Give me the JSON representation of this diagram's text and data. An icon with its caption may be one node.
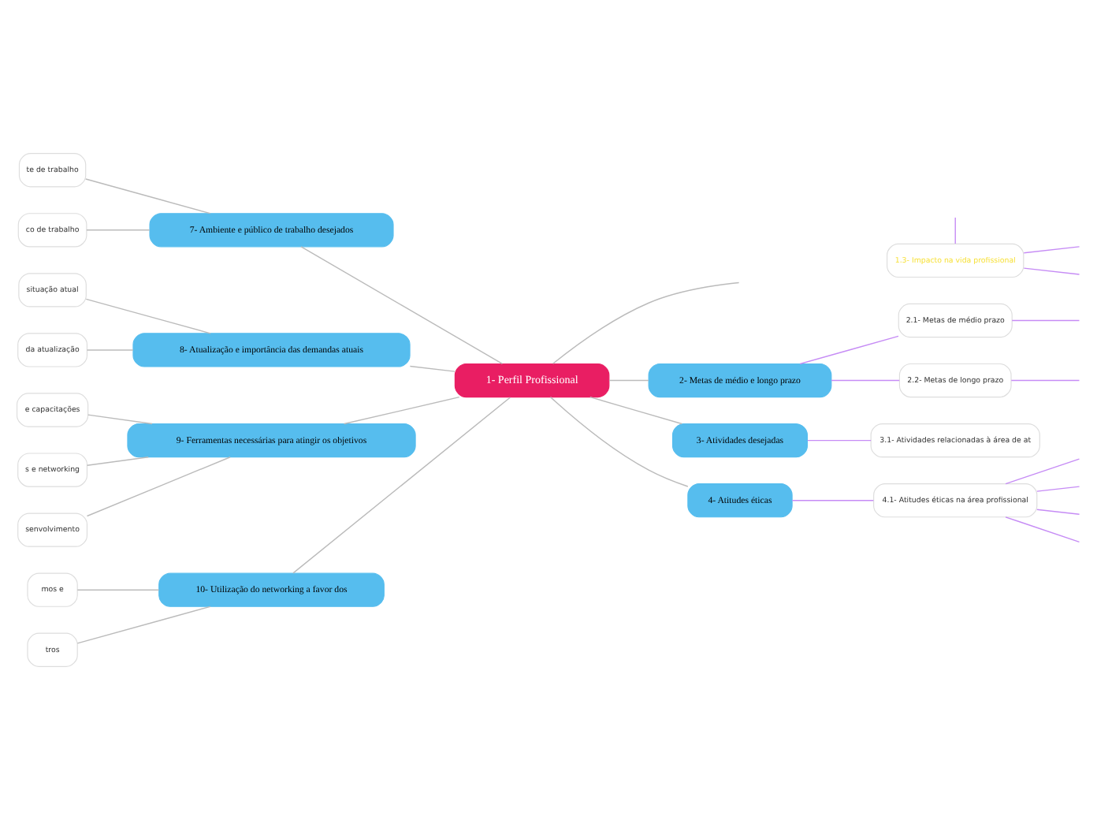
{
  "diagram": {
    "nodes": [
      {
        "text": [
          "1- Perfil Profissional"
        ]
      },
      {
        "text": [
          "1.3- Impacto na vida profissional"
        ]
      },
      {
        "text": [
          "2- Metas de médio e longo prazo"
        ]
      },
      {
        "text": [
          "2.1- Metas de médio prazo"
        ]
      },
      {
        "text": [
          "2.2- Metas de longo prazo"
        ]
      },
      {
        "text": [
          "3- Atividades desejadas"
        ]
      },
      {
        "text": [
          "3.1- Atividades relacionadas à área de at"
        ]
      },
      {
        "text": [
          "4- Atitudes éticas"
        ]
      },
      {
        "text": [
          "4.1- Atitudes éticas na área profissional"
        ]
      },
      {
        "text": [
          "7- Ambiente e público de trabalho desejados"
        ]
      },
      {
        "text": [
          "te de trabalho"
        ]
      },
      {
        "text": [
          "co de trabalho"
        ]
      },
      {
        "text": [
          "8- Atualização e importância das demandas atuais"
        ]
      },
      {
        "text": [
          "situação atual"
        ]
      },
      {
        "text": [
          "da atualização"
        ]
      },
      {
        "text": [
          "9- Ferramentas necessárias para atingir os objetivos"
        ]
      },
      {
        "text": [
          "e capacitações"
        ]
      },
      {
        "text": [
          "s e networking"
        ]
      },
      {
        "text": [
          "senvolvimento"
        ]
      },
      {
        "text": [
          "10- Utilização do networking a favor dos"
        ]
      },
      {
        "text": [
          "mos e"
        ]
      },
      {
        "text": [
          "tros"
        ]
      }
    ],
    "edges": [
      {
        "from": 0,
        "to": null,
        "arrow": "none"
      },
      {
        "from": null,
        "to": 1,
        "arrow": "none",
        "color": "#c68cf5"
      },
      {
        "from": 1,
        "to": null,
        "arrow": "none",
        "color": "#c68cf5"
      },
      {
        "from": 1,
        "to": null,
        "arrow": "none",
        "color": "#c68cf5"
      },
      {
        "from": 0,
        "to": 2,
        "arrow": "none"
      },
      {
        "from": 2,
        "to": 3,
        "arrow": "none",
        "color": "#c68cf5"
      },
      {
        "from": 2,
        "to": 4,
        "arrow": "none",
        "color": "#c68cf5"
      },
      {
        "from": 3,
        "to": null,
        "arrow": "none",
        "color": "#c68cf5"
      },
      {
        "from": 4,
        "to": null,
        "arrow": "none",
        "color": "#c68cf5"
      },
      {
        "from": 0,
        "to": 5,
        "arrow": "none"
      },
      {
        "from": 5,
        "to": 6,
        "arrow": "none",
        "color": "#c68cf5"
      },
      {
        "from": 0,
        "to": 7,
        "arrow": "none"
      },
      {
        "from": 7,
        "to": 8,
        "arrow": "none",
        "color": "#c68cf5"
      },
      {
        "from": 8,
        "to": null,
        "arrow": "none",
        "color": "#c68cf5"
      },
      {
        "from": 8,
        "to": null,
        "arrow": "none",
        "color": "#c68cf5"
      },
      {
        "from": 8,
        "to": null,
        "arrow": "none",
        "color": "#c68cf5"
      },
      {
        "from": 8,
        "to": null,
        "arrow": "none",
        "color": "#c68cf5"
      },
      {
        "from": 0,
        "to": 9,
        "arrow": "none"
      },
      {
        "from": 9,
        "to": 10,
        "arrow": "none"
      },
      {
        "from": 9,
        "to": 11,
        "arrow": "none"
      },
      {
        "from": 0,
        "to": 12,
        "arrow": "none"
      },
      {
        "from": 12,
        "to": 13,
        "arrow": "none"
      },
      {
        "from": 12,
        "to": 14,
        "arrow": "none"
      },
      {
        "from": 0,
        "to": 15,
        "arrow": "none"
      },
      {
        "from": 15,
        "to": 16,
        "arrow": "none"
      },
      {
        "from": 15,
        "to": 17,
        "arrow": "none"
      },
      {
        "from": 15,
        "to": 18,
        "arrow": "none"
      },
      {
        "from": 0,
        "to": 19,
        "arrow": "none"
      },
      {
        "from": 19,
        "to": 20,
        "arrow": "none"
      },
      {
        "from": 19,
        "to": 21,
        "arrow": "none"
      }
    ]
  }
}
